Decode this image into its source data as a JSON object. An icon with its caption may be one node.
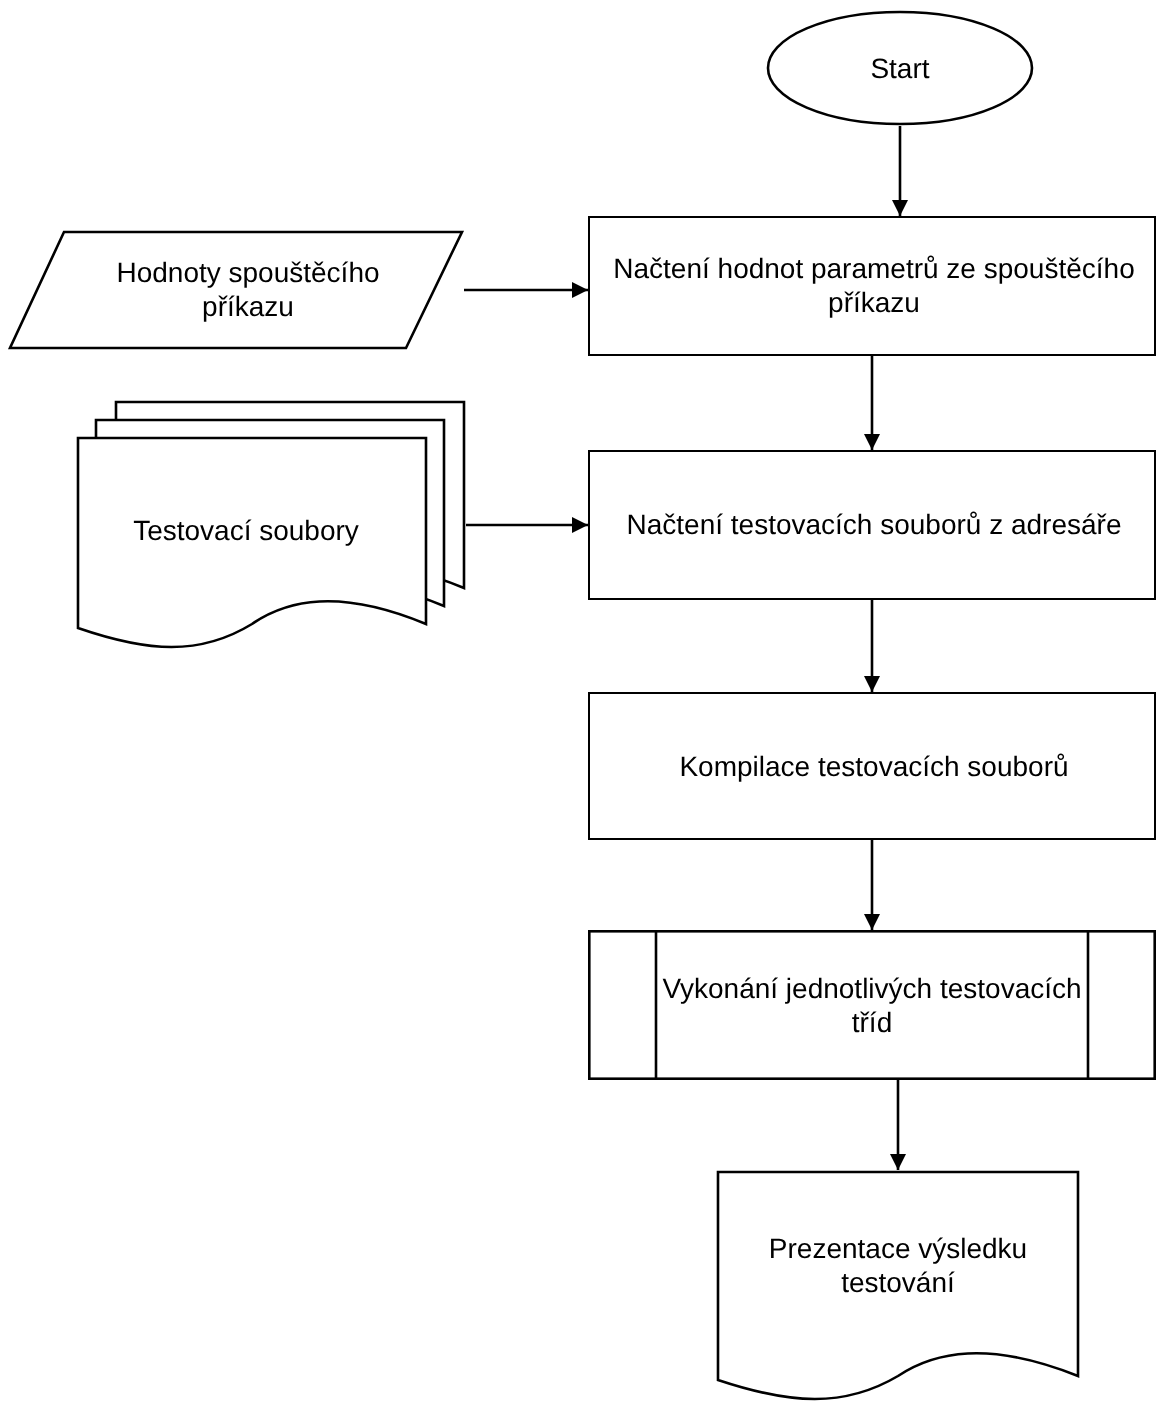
{
  "diagram": {
    "nodes": [
      {
        "text": [
          "Start"
        ]
      },
      {
        "text": [
          "Hodnoty spouštěcího příkazu"
        ]
      },
      {
        "text": [
          "Načtení hodnot parametrů ze spouštěcího příkazu"
        ]
      },
      {
        "text": [
          "Testovací soubory"
        ]
      },
      {
        "text": [
          "Načtení testovacích souborů z adresáře"
        ]
      },
      {
        "text": [
          "Kompilace testovacích souborů"
        ]
      },
      {
        "text": [
          "Vykonání jednotlivých testovacích tříd"
        ]
      },
      {
        "text": [
          "Prezentace výsledku testování"
        ]
      }
    ],
    "edges": [
      {
        "from": 0,
        "to": 2,
        "arrow": "to"
      },
      {
        "from": 1,
        "to": 2,
        "arrow": "to"
      },
      {
        "from": 2,
        "to": 4,
        "arrow": "to"
      },
      {
        "from": 3,
        "to": 4,
        "arrow": "to"
      },
      {
        "from": 4,
        "to": 5,
        "arrow": "to"
      },
      {
        "from": 5,
        "to": 6,
        "arrow": "to"
      },
      {
        "from": 6,
        "to": 7,
        "arrow": "to"
      }
    ]
  }
}
